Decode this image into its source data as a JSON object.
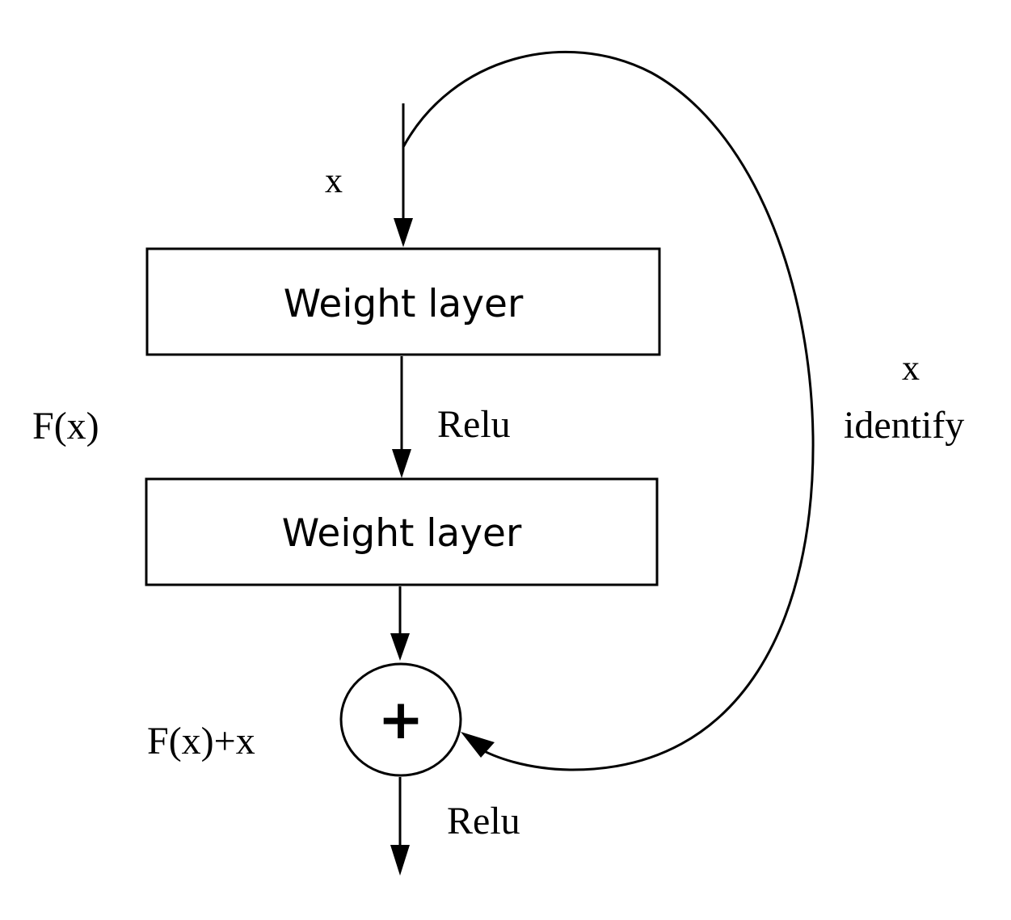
{
  "diagram": {
    "input_label": "x",
    "layer1_label": "Weight layer",
    "activation1_label": "Relu",
    "residual_label": "F(x)",
    "layer2_label": "Weight layer",
    "sum_symbol": "+",
    "sum_label": "F(x)+x",
    "activation2_label": "Relu",
    "shortcut_label_line1": "x",
    "shortcut_label_line2": "identify"
  },
  "colors": {
    "stroke": "#000000",
    "background": "#ffffff"
  }
}
